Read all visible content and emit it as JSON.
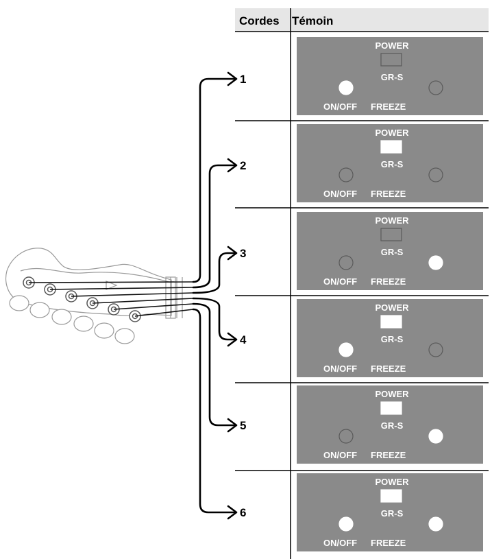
{
  "table": {
    "headers": {
      "strings": "Cordes",
      "indicator": "Témoin"
    }
  },
  "panel_labels": {
    "power": "POWER",
    "model": "GR-S",
    "onoff": "ON/OFF",
    "freeze": "FREEZE"
  },
  "colors": {
    "panel": "#8a8a8a",
    "lit": "#ffffff",
    "unlit": "#8a8a8a",
    "unlit_outline": "#5a5a5a",
    "header_bg": "#e6e6e6"
  },
  "rows": [
    {
      "string": "1",
      "power": false,
      "onoff": true,
      "freeze": false
    },
    {
      "string": "2",
      "power": true,
      "onoff": false,
      "freeze": false
    },
    {
      "string": "3",
      "power": false,
      "onoff": false,
      "freeze": true
    },
    {
      "string": "4",
      "power": true,
      "onoff": true,
      "freeze": false
    },
    {
      "string": "5",
      "power": true,
      "onoff": false,
      "freeze": true
    },
    {
      "string": "6",
      "power": true,
      "onoff": true,
      "freeze": true
    }
  ]
}
